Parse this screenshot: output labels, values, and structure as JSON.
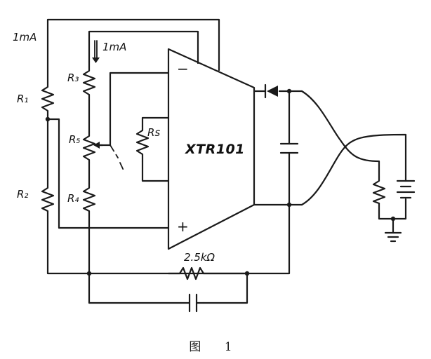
{
  "labels": {
    "i_outer": "1mA",
    "i_inner": "1mA",
    "r1": "R₁",
    "r2": "R₂",
    "r3": "R₃",
    "r4": "R₄",
    "r5": "R₅",
    "rs": "Rs",
    "chip": "XTR101",
    "minus": "−",
    "plus": "+",
    "r_feedback": "2.5kΩ"
  },
  "caption": "图 1"
}
